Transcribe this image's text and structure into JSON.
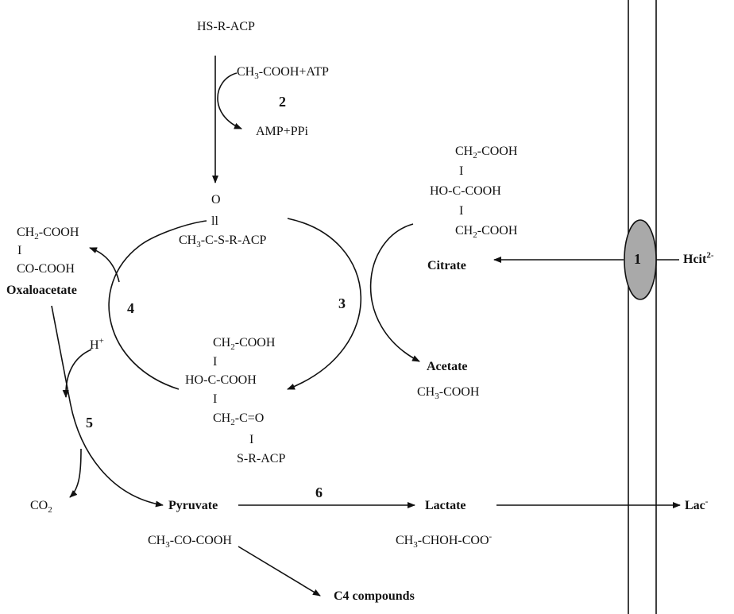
{
  "acp": {
    "hs_r_acp": "HS-R-ACP"
  },
  "step2": {
    "input_prefix": "CH",
    "input_sub": "3",
    "input_suffix": "-COOH+ATP",
    "output": "AMP+PPi",
    "number": "2"
  },
  "acetyl_acp": {
    "o": "O",
    "bond": "ll",
    "formula_prefix": "CH",
    "formula_sub": "3",
    "formula_suffix": "-C-S-R-ACP"
  },
  "citrate": {
    "line1_prefix": "CH",
    "line1_sub": "2",
    "line1_suffix": "-COOH",
    "bond1": "I",
    "line2": "HO-C-COOH",
    "bond2": "I",
    "line3_prefix": "CH",
    "line3_sub": "2",
    "line3_suffix": "-COOH",
    "label": "Citrate"
  },
  "transporter": {
    "number": "1",
    "substrate_prefix": "Hcit",
    "substrate_sup": "2-"
  },
  "oxaloacetate": {
    "line1_prefix": "CH",
    "line1_sub": "2",
    "line1_suffix": "-COOH",
    "bond": "I",
    "line2": "CO-COOH",
    "label": "Oxaloacetate"
  },
  "step4": {
    "number": "4"
  },
  "step3": {
    "number": "3"
  },
  "citryl_acp": {
    "line1_prefix": "CH",
    "line1_sub": "2",
    "line1_suffix": "-COOH",
    "bond1": "I",
    "line2": "HO-C-COOH",
    "bond2": "I",
    "line3_prefix": "CH",
    "line3_sub": "2",
    "line3_suffix": "-C=O",
    "bond3": "I",
    "line4": "S-R-ACP"
  },
  "acetate": {
    "label": "Acetate",
    "formula_prefix": "CH",
    "formula_sub": "3",
    "formula_suffix": "-COOH"
  },
  "step5": {
    "number": "5",
    "h_plus": "H",
    "h_plus_sup": "+",
    "co2_prefix": "CO",
    "co2_sub": "2"
  },
  "pyruvate": {
    "label": "Pyruvate",
    "formula_prefix": "CH",
    "formula_sub": "3",
    "formula_suffix": "-CO-COOH"
  },
  "step6": {
    "number": "6"
  },
  "lactate": {
    "label": "Lactate",
    "formula_prefix": "CH",
    "formula_sub": "3",
    "formula_suffix": "-CHOH-COO",
    "formula_sup": "-"
  },
  "lac_out": {
    "prefix": "Lac",
    "sup": "-"
  },
  "c4": {
    "label": "C4 compounds"
  },
  "colors": {
    "ink": "#111111",
    "transporter_fill": "#a9a9a9"
  }
}
